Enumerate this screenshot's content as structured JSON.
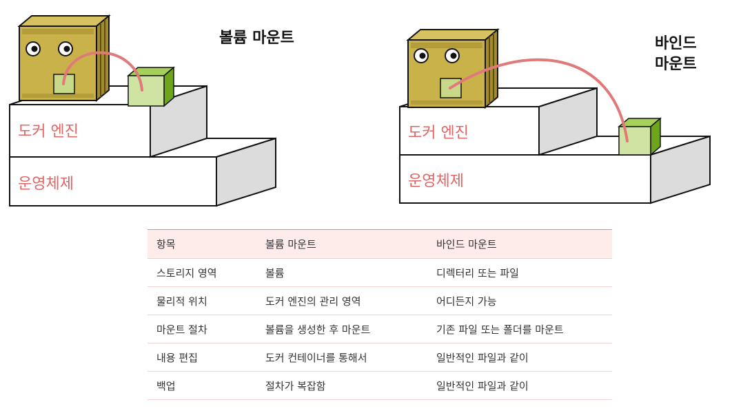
{
  "left_diagram": {
    "title": "볼륨 마운트",
    "engine_label": "도커 엔진",
    "os_label": "운영체제"
  },
  "right_diagram": {
    "title_line1": "바인드",
    "title_line2": "마운트",
    "engine_label": "도커 엔진",
    "os_label": "운영체제"
  },
  "table": {
    "headers": [
      "항목",
      "볼륨 마운트",
      "바인드 마운트"
    ],
    "rows": [
      [
        "스토리지 영역",
        "볼륨",
        "디렉터리 또는 파일"
      ],
      [
        "물리적 위치",
        "도커 엔진의 관리 영역",
        "어디든지 가능"
      ],
      [
        "마운트 절차",
        "볼륨을 생성한 후 마운트",
        "기존 파일 또는 폴더를 마운트"
      ],
      [
        "내용 편집",
        "도커 컨테이너를 통해서",
        "일반적인 파일과 같이"
      ],
      [
        "백업",
        "절차가 복잡함",
        "일반적인 파일과 같이"
      ]
    ]
  },
  "colors": {
    "container_fill": "#c9b24a",
    "container_dark": "#8a7424",
    "volume_light": "#cfe3a2",
    "volume_green": "#7fbf20",
    "arc_pink": "#e07a7a",
    "label_pink": "#e06565",
    "box_side": "#dcdcdc"
  }
}
